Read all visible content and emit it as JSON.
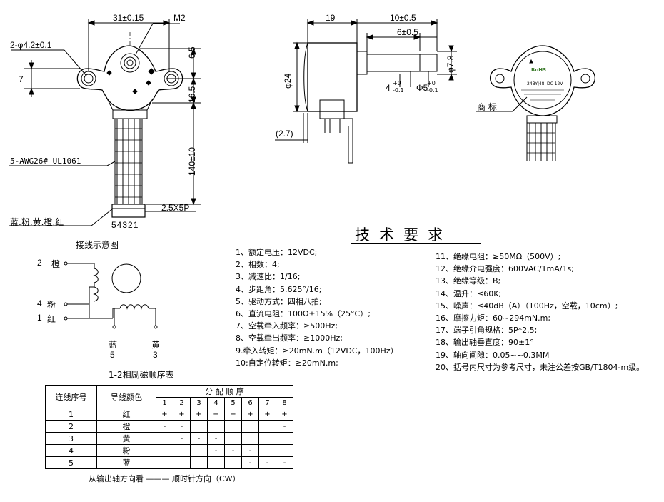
{
  "front_view": {
    "width_dim": "31±0.15",
    "m2": "M2",
    "hole_dim": "2-φ4.2±0.1",
    "left_dim": "7",
    "dim_6_5": "6.5",
    "dim_16_5": "16.5",
    "dim_140": "140±10",
    "wire_spec": "5-AWG26# UL1061",
    "wire_colors": "蓝.粉.黄.橙.红",
    "connector": "2.5X5P",
    "pin_order": "54321"
  },
  "side_view": {
    "dim_19": "19",
    "dim_10_5": "10±0.5",
    "dim_6_05": "6±0.5",
    "dim_d24": "φ24",
    "dim_d7_8": "φ7.8",
    "dim_4": "4",
    "tol_4_plus": "+0",
    "tol_4_minus": "-0.1",
    "dim_d5": "Φ5",
    "tol_5_plus": "+0",
    "tol_5_minus": "-0.1",
    "dim_2_7": "(2.7)"
  },
  "label_view": {
    "label_callout": "商 标",
    "label_model": "24BYJ48",
    "label_voltage": "DC 12V",
    "label_rohs": "RoHS"
  },
  "wiring": {
    "title": "接线示意图",
    "wires": [
      {
        "num": "2",
        "color": "橙"
      },
      {
        "num": "4",
        "color": "粉"
      },
      {
        "num": "1",
        "color": "红"
      }
    ],
    "bottom_wires": [
      {
        "color": "蓝",
        "num": "5"
      },
      {
        "color": "黄",
        "num": "3"
      }
    ]
  },
  "sequence_table": {
    "title": "1-2相励磁顺序表",
    "col_no": "连线序号",
    "col_color": "导线颜色",
    "col_seq": "分 配 顺 序",
    "steps": [
      "1",
      "2",
      "3",
      "4",
      "5",
      "6",
      "7",
      "8"
    ],
    "rows": [
      {
        "no": "1",
        "color": "红",
        "cells": [
          "+",
          "+",
          "+",
          "+",
          "+",
          "+",
          "+",
          "+"
        ]
      },
      {
        "no": "2",
        "color": "橙",
        "cells": [
          "-",
          "-",
          "",
          "",
          "",
          "",
          "",
          "-"
        ]
      },
      {
        "no": "3",
        "color": "黄",
        "cells": [
          "",
          "-",
          "-",
          "-",
          "",
          "",
          "",
          ""
        ]
      },
      {
        "no": "4",
        "color": "粉",
        "cells": [
          "",
          "",
          "",
          "-",
          "-",
          "-",
          "",
          ""
        ]
      },
      {
        "no": "5",
        "color": "蓝",
        "cells": [
          "",
          "",
          "",
          "",
          "",
          "-",
          "-",
          "-"
        ]
      }
    ],
    "footer": "从输出轴方向看 ——— 顺时针方向（CW）"
  },
  "tech": {
    "title": "技术要求",
    "left": [
      "1、额定电压：12VDC;",
      "2、相数：4;",
      "3、减速比：1/16;",
      "4、步距角：5.625°/16;",
      "5、驱动方式：四相八拍;",
      "6、直流电阻：100Ω±15%（25°C）;",
      "7、空载牵入频率：≥500Hz;",
      "8、空载牵出频率：≥1000Hz;",
      "9.牵入转矩：≥20mN.m（12VDC，100Hz）",
      "10:自定位转矩：≥20mN.m;"
    ],
    "right": [
      "11、绝缘电阻：≥50MΩ（500V）;",
      "12、绝缘介电强度：600VAC/1mA/1s;",
      "13、绝缘等级：B;",
      "14、温升：≤60K;",
      "15、噪声：≤40dB（A）（100Hz，空载，10cm）;",
      "16、摩擦力矩：60~294mN.m;",
      "17、端子引角规格：5P*2.5;",
      "18、输出轴垂直度：90±1°",
      "19、轴向间隙：0.05~~0.3MM",
      "20、括号内尺寸为参考尺寸，未注公差按GB/T1804-m级。"
    ]
  }
}
